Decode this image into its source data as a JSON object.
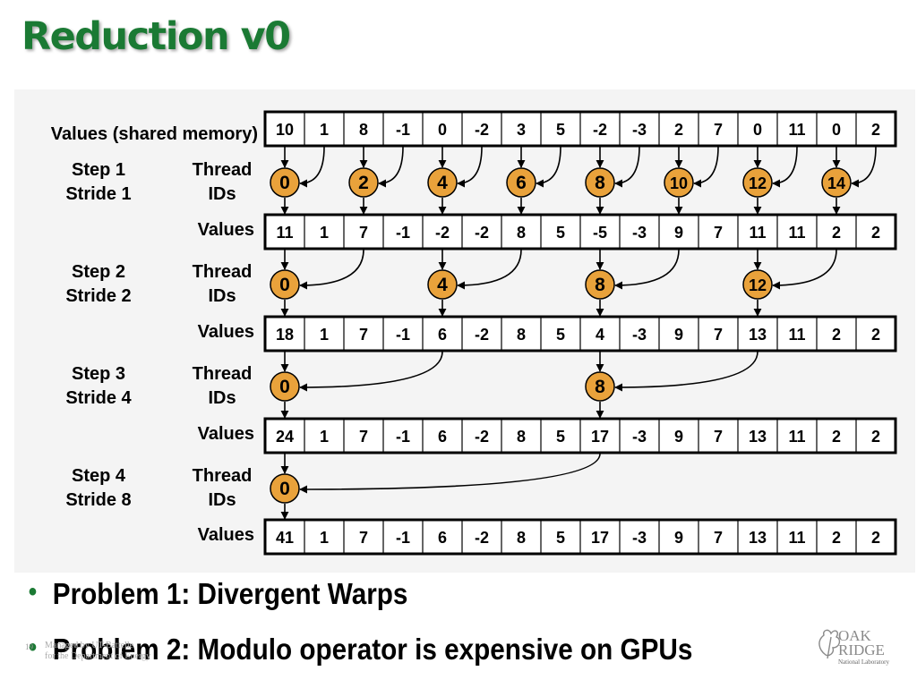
{
  "title": "Reduction v0",
  "diagram": {
    "row_labels": {
      "values_shared": "Values (shared memory)",
      "values": "Values",
      "thread": "Thread",
      "ids": "IDs"
    },
    "arrays": [
      [
        "10",
        "1",
        "8",
        "-1",
        "0",
        "-2",
        "3",
        "5",
        "-2",
        "-3",
        "2",
        "7",
        "0",
        "11",
        "0",
        "2"
      ],
      [
        "11",
        "1",
        "7",
        "-1",
        "-2",
        "-2",
        "8",
        "5",
        "-5",
        "-3",
        "9",
        "7",
        "11",
        "11",
        "2",
        "2"
      ],
      [
        "18",
        "1",
        "7",
        "-1",
        "6",
        "-2",
        "8",
        "5",
        "4",
        "-3",
        "9",
        "7",
        "13",
        "11",
        "2",
        "2"
      ],
      [
        "24",
        "1",
        "7",
        "-1",
        "6",
        "-2",
        "8",
        "5",
        "17",
        "-3",
        "9",
        "7",
        "13",
        "11",
        "2",
        "2"
      ],
      [
        "41",
        "1",
        "7",
        "-1",
        "6",
        "-2",
        "8",
        "5",
        "17",
        "-3",
        "9",
        "7",
        "13",
        "11",
        "2",
        "2"
      ]
    ],
    "steps": [
      {
        "step": "Step 1",
        "stride": "Stride 1",
        "stride_value": 1,
        "threads": [
          0,
          2,
          4,
          6,
          8,
          10,
          12,
          14
        ]
      },
      {
        "step": "Step 2",
        "stride": "Stride 2",
        "stride_value": 2,
        "threads": [
          0,
          4,
          8,
          12
        ]
      },
      {
        "step": "Step 3",
        "stride": "Stride 4",
        "stride_value": 4,
        "threads": [
          0,
          8
        ]
      },
      {
        "step": "Step 4",
        "stride": "Stride 8",
        "stride_value": 8,
        "threads": [
          0
        ]
      }
    ],
    "colors": {
      "thread_fill": "#E9A23B",
      "line": "#000000"
    }
  },
  "bullets": [
    "Problem 1: Divergent Warps",
    "Problem 2: Modulo operator is expensive on GPUs"
  ],
  "footer": {
    "page": "19",
    "line1": "Managed by UT-Battelle",
    "line2": "for the Department of Energy"
  },
  "logo": {
    "line1": "OAK",
    "line2": "RIDGE",
    "line3": "National Laboratory",
    "color": "#8a8a8a"
  }
}
